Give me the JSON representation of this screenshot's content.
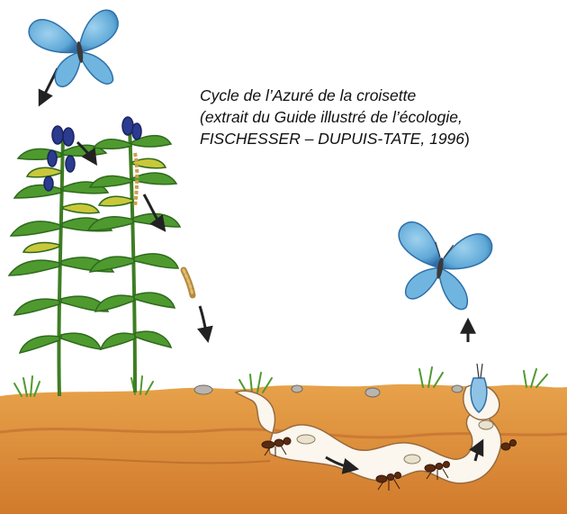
{
  "caption": {
    "title": "Cycle de l’Azuré de la croisette",
    "source_line1": "(extrait du Guide illustré de l’écologie,",
    "source_line2_italic": "FISCHESSER – DUPUIS-TATE, 1996",
    "source_line2_close": ")"
  },
  "colors": {
    "wing_blue": "#5fa9d8",
    "wing_dark": "#2f6fa8",
    "leaf_green": "#4e9a2f",
    "leaf_yellow": "#c9c83a",
    "soil": "#d98a3a",
    "soil_dark": "#a9561f",
    "flower": "#2b3b8f",
    "ant": "#5a2a12"
  },
  "icons": [
    "butterfly-icon",
    "gentian-plant-icon",
    "caterpillar-icon",
    "ant-icon",
    "arrow-icon"
  ]
}
